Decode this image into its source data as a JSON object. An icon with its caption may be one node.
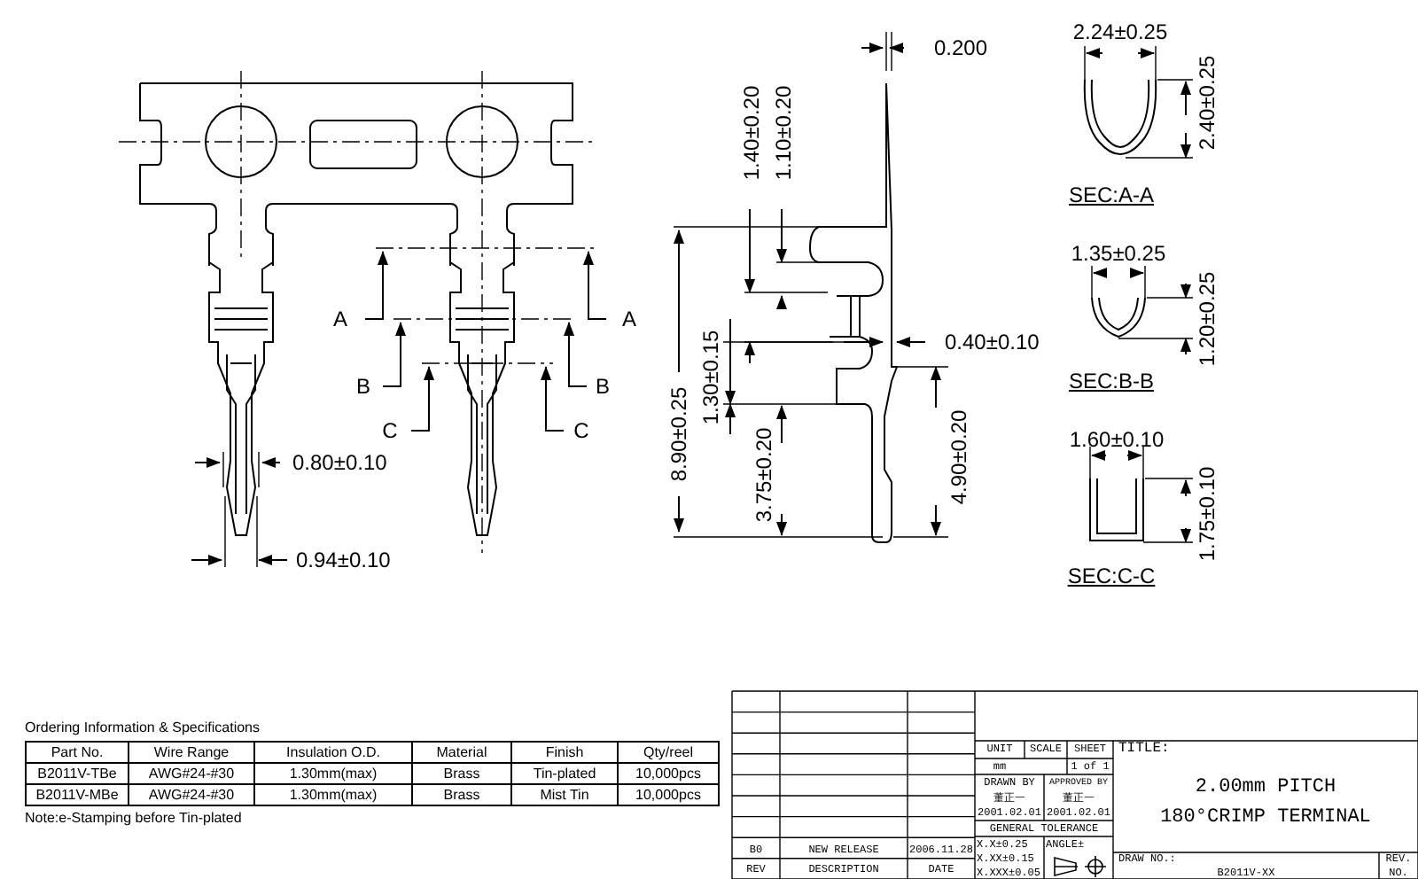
{
  "diagram": {
    "labels": [
      "0.200",
      "1.40±0.20",
      "1.10±0.20",
      "2.24±0.25",
      "2.40±0.25",
      "SEC:A-A",
      "1.35±0.25",
      "1.20±0.25",
      "A",
      "A",
      "0.40±0.10",
      "8.90±0.25",
      "1.30±0.15",
      "B",
      "B",
      "SEC:B-B",
      "C",
      "C",
      "3.75±0.20",
      "4.90±0.20",
      "1.60±0.10",
      "1.75±0.10",
      "0.80±0.10",
      "0.94±0.10",
      "SEC:C-C",
      "Ordering Information & Specifications",
      "Part No.",
      "Wire Range",
      "Insulation O.D.",
      "Material",
      "Finish",
      "Qty/reel",
      "B2011V-TBe",
      "AWG#24-#30",
      "1.30mm(max)",
      "Brass",
      "Tin-plated",
      "10,000pcs",
      "B2011V-MBe",
      "AWG#24-#30",
      "1.30mm(max)",
      "Brass",
      "Mist Tin",
      "10,000pcs",
      "Note:e-Stamping before Tin-plated",
      "UNIT",
      "SCALE",
      "SHEET",
      "TITLE:",
      "mm",
      "1 of 1",
      "DRAWN BY",
      "APPROVED BY",
      "董正一",
      "董正一",
      "2001.02.01",
      "2001.02.01",
      "2.00mm PITCH",
      "180°CRIMP TERMINAL",
      "GENERAL TOLERANCE",
      "X.X±0.25",
      "ANGLE±",
      "B0",
      "NEW RELEASE",
      "2006.11.28",
      "X.XX±0.15",
      "DRAW NO.:",
      "REV.",
      "REV",
      "DESCRIPTION",
      "DATE",
      "X.XXX±0.05",
      "B2011V-XX",
      "NO."
    ]
  }
}
